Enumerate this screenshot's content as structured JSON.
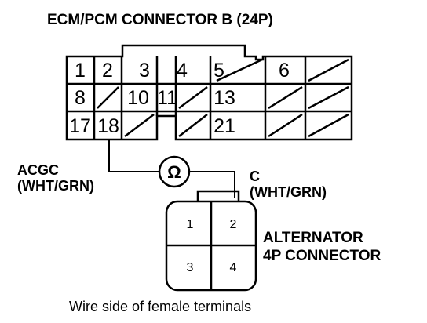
{
  "title": "ECM/PCM CONNECTOR B (24P)",
  "ecm_connector": {
    "rows": [
      [
        "1",
        "2",
        "3",
        "4",
        "5",
        "",
        "6",
        ""
      ],
      [
        "8",
        "",
        "10",
        "11",
        "",
        "13",
        "",
        ""
      ],
      [
        "17",
        "18",
        "",
        "",
        "",
        "21",
        "",
        ""
      ]
    ]
  },
  "wire_left": {
    "name": "ACGC",
    "color": "(WHT/GRN)"
  },
  "wire_right": {
    "name": "C",
    "color": "(WHT/GRN)"
  },
  "meter_symbol": "Ω",
  "alternator": {
    "title_line1": "ALTERNATOR",
    "title_line2": "4P CONNECTOR",
    "terminals": [
      "1",
      "2",
      "3",
      "4"
    ]
  },
  "footer": "Wire side of female terminals"
}
